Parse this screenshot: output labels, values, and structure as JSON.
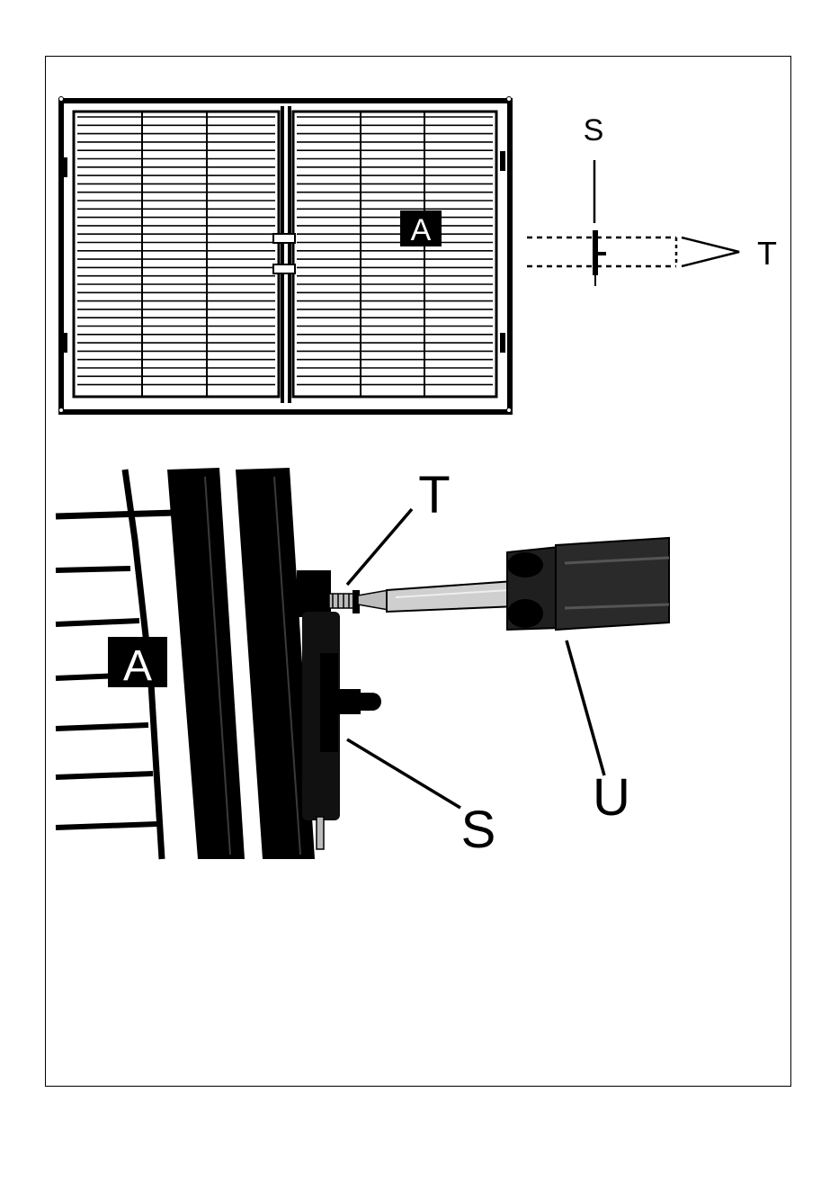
{
  "diagram": {
    "top_figure": {
      "panel_label": "A",
      "callouts": {
        "s": "S",
        "t": "T"
      }
    },
    "bottom_figure": {
      "panel_label": "A",
      "callouts": {
        "t": "T",
        "s": "S",
        "u": "U"
      }
    }
  },
  "colors": {
    "ink": "#000000",
    "paper": "#ffffff",
    "metal": "#bcbcbc",
    "handle": "#1f1f1f"
  }
}
